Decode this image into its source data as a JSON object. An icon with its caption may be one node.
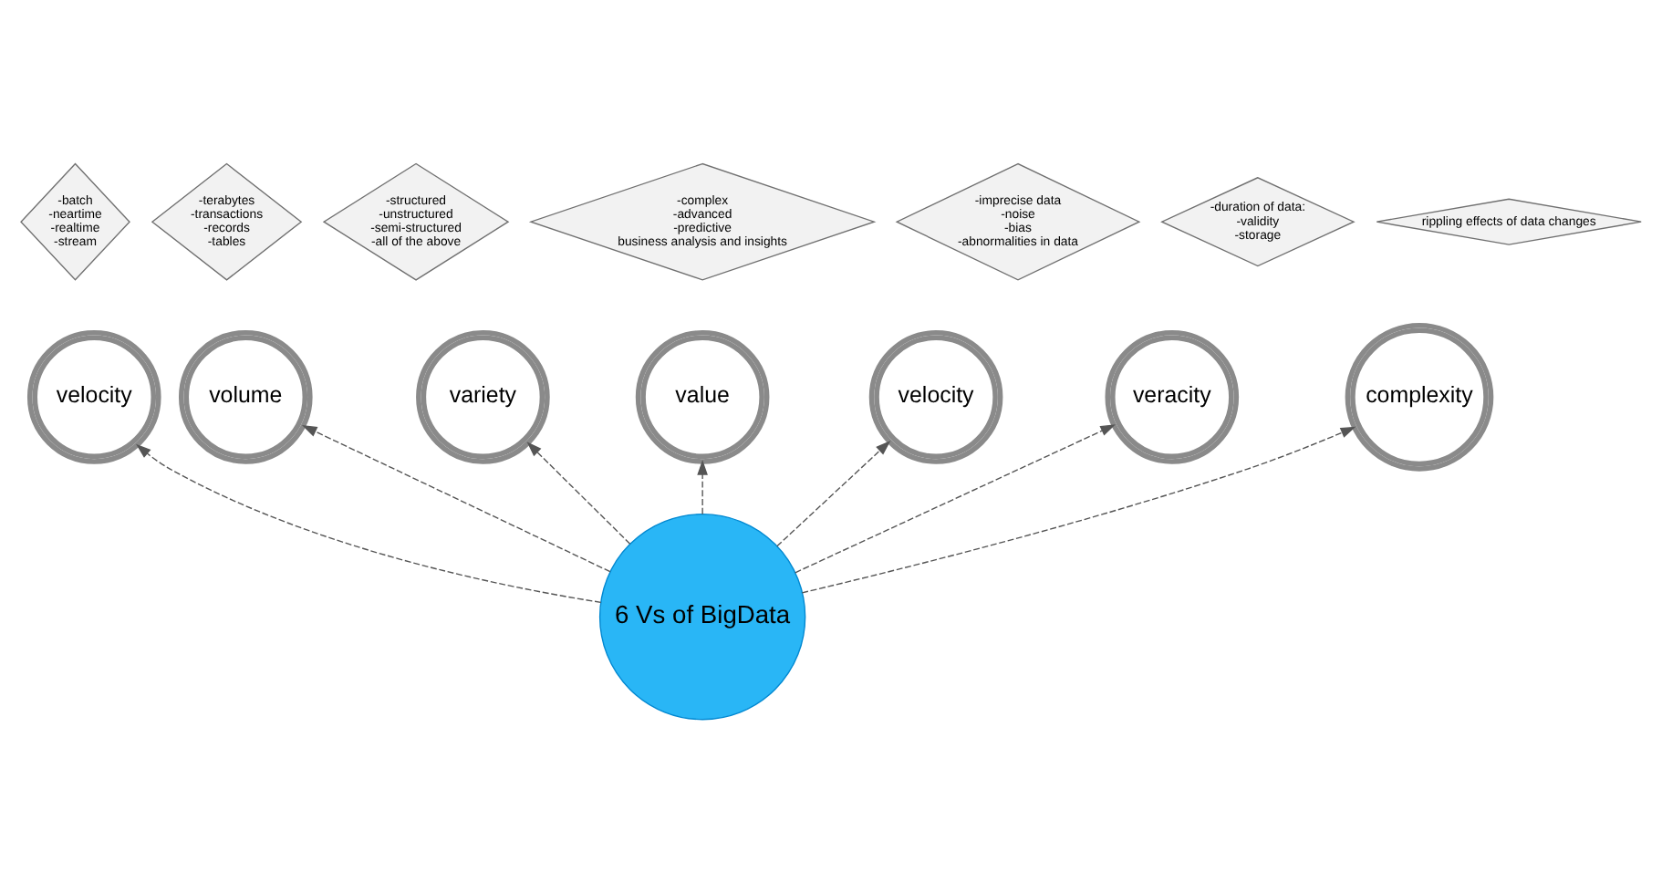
{
  "diagram": {
    "nodes": [
      {
        "text": [
          "6 Vs of BigData"
        ]
      },
      {
        "text": [
          "velocity"
        ]
      },
      {
        "text": [
          "volume"
        ]
      },
      {
        "text": [
          "variety"
        ]
      },
      {
        "text": [
          "value"
        ]
      },
      {
        "text": [
          "velocity"
        ]
      },
      {
        "text": [
          "veracity"
        ]
      },
      {
        "text": [
          "complexity"
        ]
      },
      {
        "text": [
          "-batch",
          "-neartime",
          "-realtime",
          "-stream"
        ]
      },
      {
        "text": [
          "-terabytes",
          "-transactions",
          "-records",
          "-tables"
        ]
      },
      {
        "text": [
          "-structured",
          "-unstructured",
          "-semi-structured",
          "-all of the above"
        ]
      },
      {
        "text": [
          "-complex",
          "-advanced",
          "-predictive",
          "business analysis and insights"
        ]
      },
      {
        "text": [
          "-imprecise data",
          "-noise",
          "-bias",
          "-abnormalities in data"
        ]
      },
      {
        "text": [
          "-duration of data:",
          "-validity",
          "-storage"
        ]
      },
      {
        "text": [
          "rippling effects of data changes"
        ]
      }
    ],
    "edges": [
      {
        "from": 0,
        "to": 1,
        "arrow": "to",
        "style": "dashed"
      },
      {
        "from": 0,
        "to": 2,
        "arrow": "to",
        "style": "dashed"
      },
      {
        "from": 0,
        "to": 3,
        "arrow": "to",
        "style": "dashed"
      },
      {
        "from": 0,
        "to": 4,
        "arrow": "to",
        "style": "dashed"
      },
      {
        "from": 0,
        "to": 5,
        "arrow": "to",
        "style": "dashed"
      },
      {
        "from": 0,
        "to": 6,
        "arrow": "to",
        "style": "dashed"
      },
      {
        "from": 0,
        "to": 7,
        "arrow": "to",
        "style": "dashed"
      }
    ]
  }
}
